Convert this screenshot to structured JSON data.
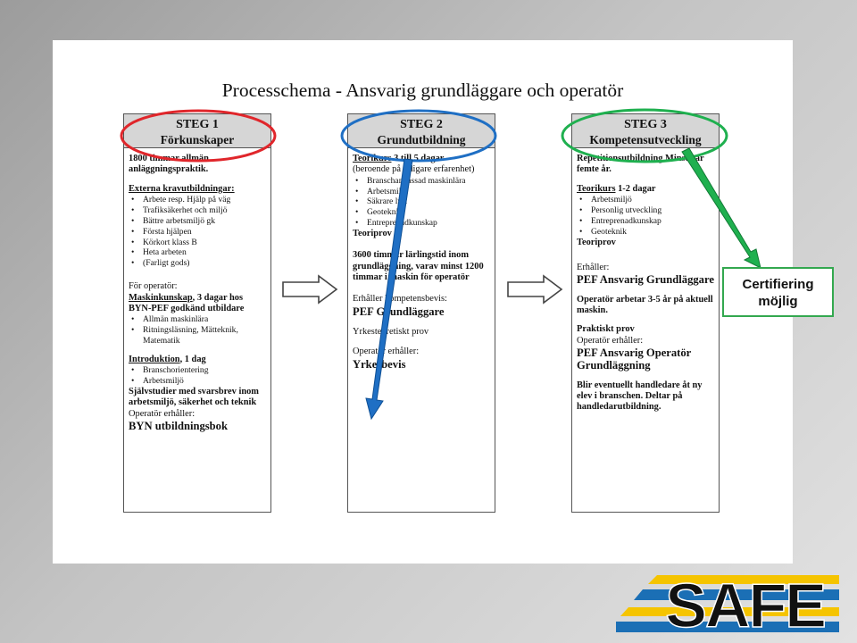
{
  "title": "Processchema - Ansvarig grundläggare och operatör",
  "steps": [
    {
      "heading": "STEG 1",
      "subtitle": "Förkunskaper",
      "intro": "1800 timmar allmän anläggningspraktik.",
      "ext_heading": "Externa kravutbildningar:",
      "ext_items": [
        "Arbete resp. Hjälp på väg",
        "Trafiksäkerhet och miljö",
        "Bättre arbetsmiljö gk",
        "Första hjälpen",
        "Körkort klass B",
        "Heta arbeten",
        "(Farligt gods)"
      ],
      "op_label": "För operatör:",
      "mk_underlined": "Maskinkunskap",
      "mk_rest": ", 3 dagar hos BYN-PEF godkänd utbildare",
      "mk_items": [
        "Allmän maskinlära",
        "Ritningsläsning, Mätteknik, Matematik"
      ],
      "intro2_underlined": "Introduktion",
      "intro2_rest": ", 1 dag",
      "intro2_items": [
        "Branschorientering",
        "Arbetsmiljö"
      ],
      "selfstudy": "Självstudier med svarsbrev inom arbetsmiljö, säkerhet och teknik",
      "receives": "Operatör erhåller:",
      "book": "BYN utbildningsbok"
    },
    {
      "heading": "STEG 2",
      "subtitle": "Grundutbildning",
      "course_underlined": "Teorikurs",
      "course_rest": " 3 till 5 dagar",
      "course_note": "(beroende på tidigare erfarenhet)",
      "course_items": [
        "Branschanpassad maskinlära",
        "Arbetsmiljö",
        "Säkrare lyft",
        "Geoteknik",
        "Entreprenadkunskap"
      ],
      "exam": "Teoriprov",
      "apprentice": "3600 timmar lärlingstid inom grundläggning, varav minst 1200 timmar i maskin för operatör",
      "receives_comp": "Erhåller kompetensbevis:",
      "pef": "PEF Grundläggare",
      "vocational": "Yrkesteoretiskt prov",
      "op_receives": "Operatör erhåller:",
      "yrkesbevis": "Yrkesbevis"
    },
    {
      "heading": "STEG 3",
      "subtitle": "Kompetensutveckling",
      "repetition": "Repetitionsutbildning Minst var femte år.",
      "course_underlined": "Teorikurs",
      "course_rest": " 1-2 dagar",
      "course_items": [
        "Arbetsmiljö",
        "Personlig utveckling",
        "Entreprenadkunskap",
        "Geoteknik"
      ],
      "exam": "Teoriprov",
      "receives": "Erhåller:",
      "pef_ansvarig": "PEF Ansvarig Grundläggare",
      "operator_work": "Operatör arbetar 3-5 år på aktuell maskin.",
      "practical": "Praktiskt prov",
      "op_receives": "Operatör erhåller:",
      "pef_op": "PEF Ansvarig Operatör Grundläggning",
      "supervisor": "Blir eventuellt handledare åt ny elev i branschen. Deltar på handledarutbildning."
    }
  ],
  "certification": {
    "line1": "Certifiering",
    "line2": "möjlig"
  },
  "logo": {
    "text": "SAFE",
    "colors": {
      "yellow": "#f5c400",
      "blue": "#1b6fb5",
      "dark": "#111111"
    }
  },
  "colors": {
    "red": "#e0262b",
    "blue": "#1f6fc4",
    "green": "#1fb04f",
    "page_bg": "#b8b8b8"
  }
}
